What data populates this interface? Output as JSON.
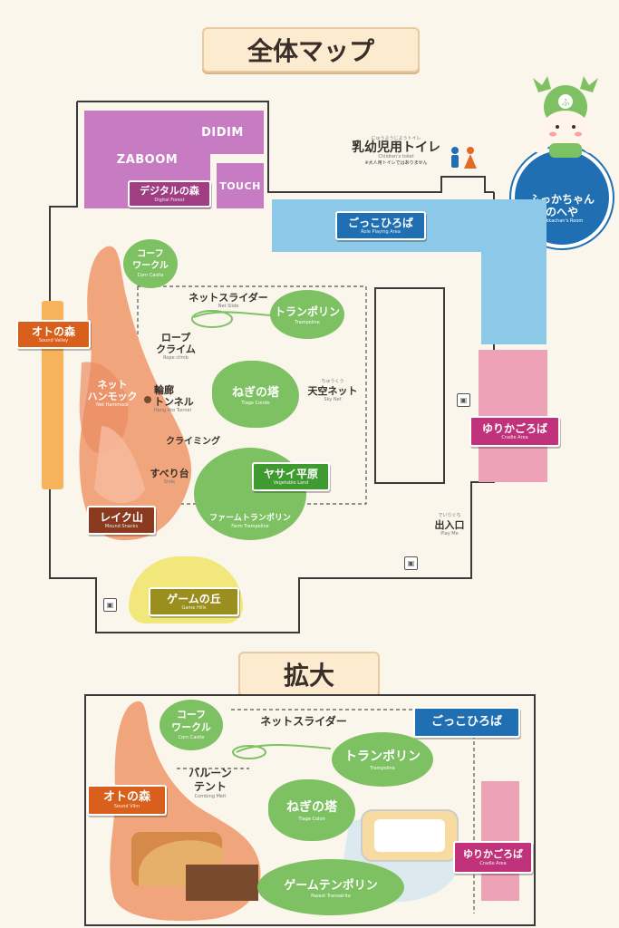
{
  "titles": {
    "overview": "全体マップ",
    "zoom": "拡大"
  },
  "rooms": {
    "zaboom": "ZABOOM",
    "didim": "DIDIM",
    "touch": "TOUCH",
    "digital_forest": {
      "main": "デジタルの森",
      "sub": "Digital Forest"
    }
  },
  "toilet": {
    "furigana": "にゅうようじようトイレ",
    "main": "乳幼児用トイレ",
    "sub": "Children's toilet",
    "note": "※大人用トイレではありません"
  },
  "mascot": {
    "main": "ふっかちゃん\nのへや",
    "sub": "Fukkachan's Room"
  },
  "signs": {
    "kokko": {
      "main": "ごっこひろば",
      "sub": "Role Playing Area"
    },
    "oto": {
      "main": "オトの森",
      "sub": "Sound Valley"
    },
    "yurika": {
      "main": "ゆりかごろば",
      "sub": "Cradle Area"
    },
    "yasai": {
      "main": "ヤサイ平原",
      "sub": "Vegetable Land"
    },
    "reiku": {
      "main": "レイク山",
      "sub": "Mound Snacks"
    },
    "game": {
      "main": "ゲームの丘",
      "sub": "Game Hills"
    }
  },
  "areas": {
    "corn": {
      "main": "コーフ\nワークル",
      "sub": "Corn Castle"
    },
    "net_slider": {
      "main": "ネットスライダー",
      "sub": "Net Slide"
    },
    "trampoline": {
      "main": "トランポリン",
      "sub": "Trampoline"
    },
    "rope": {
      "main": "ロープ\nクライム",
      "sub": "Rope climb"
    },
    "net_hammock": {
      "main": "ネット\nハンモック",
      "sub": "Net Hammock"
    },
    "tunnel": {
      "main": "輪廊\nトンネル",
      "sub": "Hang Ato Tunnel"
    },
    "negi": {
      "main": "ねぎの塔",
      "sub": "Tiage Conde"
    },
    "sky_net": {
      "furigana": "ちゅうくう",
      "main": "天空ネット",
      "sub": "Sky Net"
    },
    "climbing": {
      "main": "クライミング"
    },
    "suberi": {
      "main": "すべり台",
      "sub": "Slide"
    },
    "farm_tramp": {
      "main": "ファームトランポリン",
      "sub": "Farm Trampoline"
    }
  },
  "entrance": {
    "furigana": "でいりぐち",
    "main": "出入口",
    "sub": "Play Me"
  },
  "zoom": {
    "corn": {
      "main": "コーフ\nワークル",
      "sub": "Corn Castle"
    },
    "net_slider": {
      "main": "ネットスライダー"
    },
    "kokko": {
      "main": "ごっこひろば"
    },
    "trampoline": {
      "main": "トランポリン",
      "sub": "Trampoline"
    },
    "balloon": {
      "main": "バルーン\nテント",
      "sub": "Combing Melt"
    },
    "oto": {
      "main": "オトの森",
      "sub": "Sound Vilm"
    },
    "negi": {
      "main": "ねぎの塔",
      "sub": "Tiage Colon"
    },
    "yurika": {
      "main": "ゆりかごろば",
      "sub": "Cradle Area"
    },
    "game_tramp": {
      "main": "ゲームテンポリン",
      "sub": "Pasest Transalrite"
    }
  },
  "icons": [
    "toilet-icon",
    "stroller-icon",
    "mascot-icon"
  ],
  "colors": {
    "purple": "#c67bc3",
    "blue": "#8cc9e8",
    "pink": "#eea2b8",
    "orange": "#f0a57c",
    "green": "#7dc162",
    "yellow": "#f1e77a",
    "dark_blue": "#1f6fb2"
  }
}
